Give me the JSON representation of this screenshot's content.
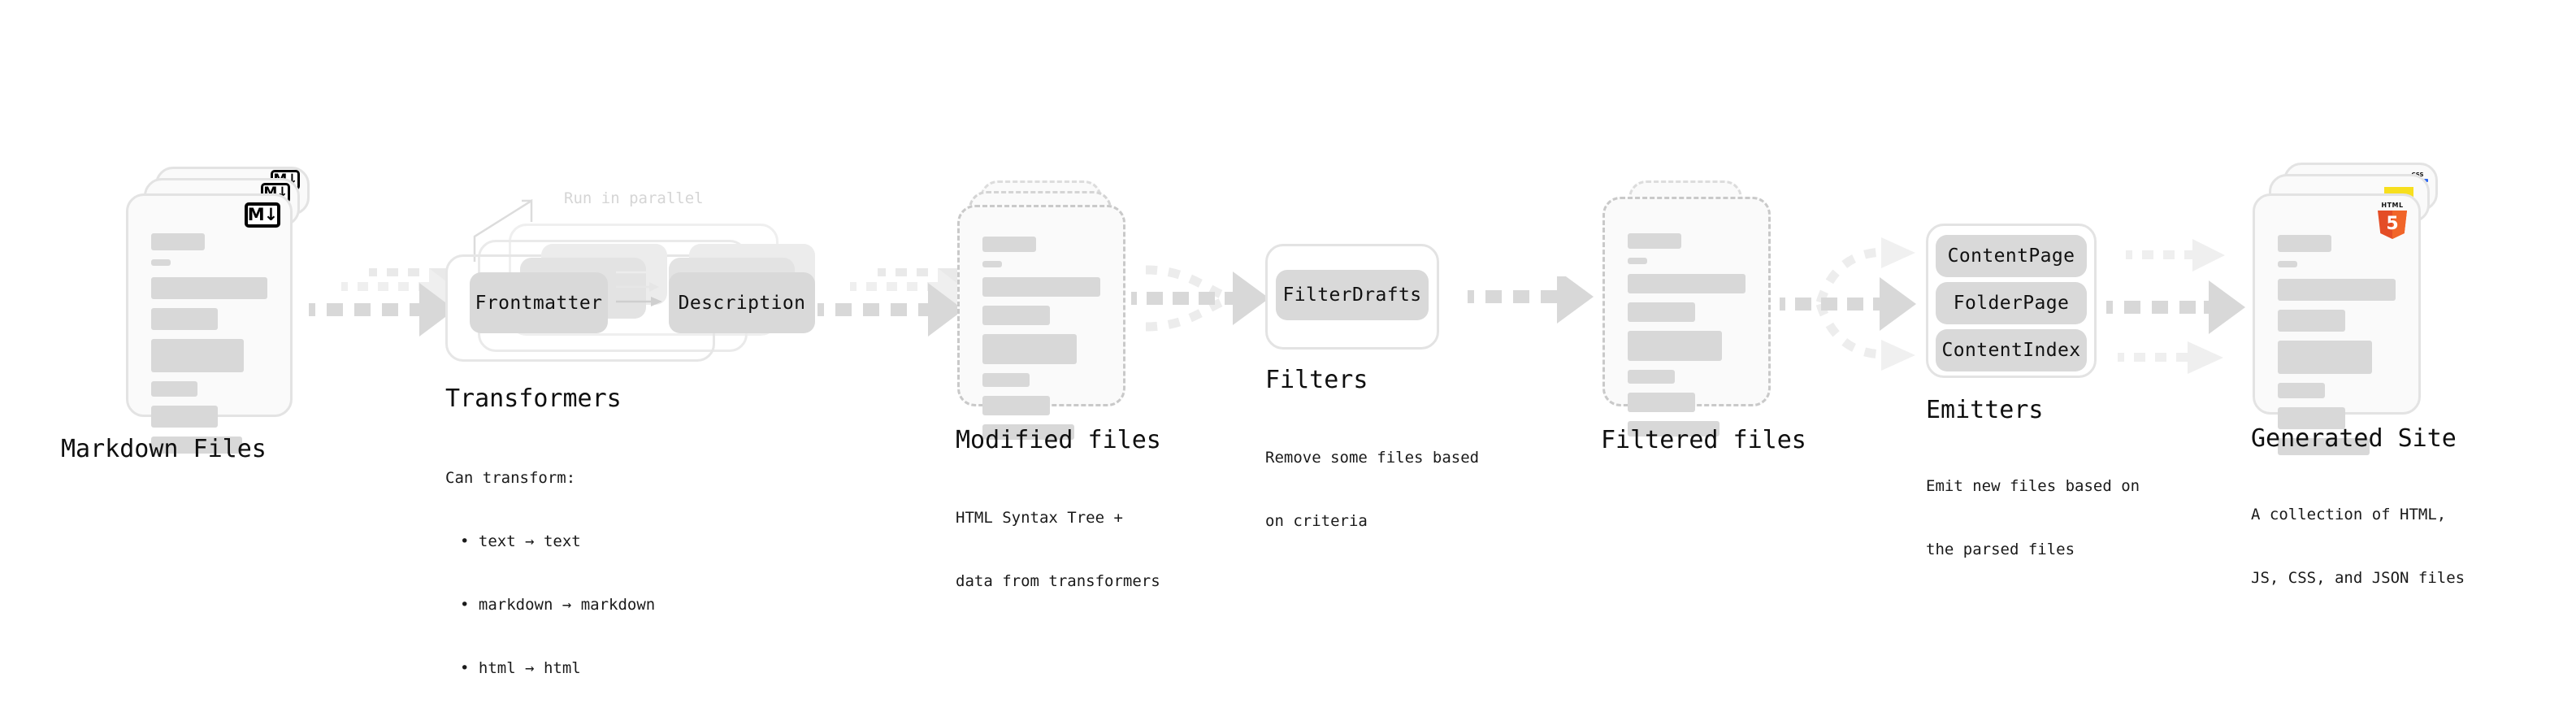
{
  "diagram": {
    "title_font_color": "#0f0f0f",
    "accent_colors": {
      "card_fill": "#fafafa",
      "card_border": "#e3e3e3",
      "dashed_border": "#c9c9c9",
      "placeholder_line": "#d8d8d8",
      "chip_fill": "#d9d9d9",
      "arrow": "#d8d8d8",
      "annotation_text": "#d5d5d5",
      "html5_orange": "#e44d26",
      "html5_orange_light": "#f16529",
      "css_blue": "#2965f1",
      "js_yellow": "#f7df1e"
    }
  },
  "stages": [
    {
      "id": "markdown-files",
      "title": "Markdown Files",
      "subtitle": "",
      "icon": "markdown-badge",
      "badge_text": "M↓",
      "stack_count": 3,
      "card_style": "solid"
    },
    {
      "id": "transformers",
      "title": "Transformers",
      "subtitle_heading": "Can transform:",
      "subtitle_bullets": [
        "• text → text",
        "• markdown → markdown",
        "• html → html"
      ],
      "annotation": "Run in parallel",
      "chips": [
        "Frontmatter",
        "Description"
      ],
      "stack_count": 3
    },
    {
      "id": "modified-files",
      "title": "Modified files",
      "subtitle_lines": [
        "HTML Syntax Tree +",
        "data from transformers"
      ],
      "stack_count": 2,
      "card_style": "dashed"
    },
    {
      "id": "filters",
      "title": "Filters",
      "subtitle_lines": [
        "Remove some files based",
        "on criteria"
      ],
      "chips": [
        "FilterDrafts"
      ],
      "stack_count": 1
    },
    {
      "id": "filtered-files",
      "title": "Filtered files",
      "subtitle_lines": [],
      "stack_count": 2,
      "card_style": "dashed"
    },
    {
      "id": "emitters",
      "title": "Emitters",
      "subtitle_lines": [
        "Emit new files based on",
        "the parsed files"
      ],
      "chips": [
        "ContentPage",
        "FolderPage",
        "ContentIndex"
      ],
      "stack_count": 1
    },
    {
      "id": "generated-site",
      "title": "Generated Site",
      "subtitle_lines": [
        "A collection of HTML,",
        "JS, CSS, and JSON files"
      ],
      "icon": "html5-badge",
      "badge_caption": "HTML",
      "badge_number": "5",
      "css_badge_text": "CSS",
      "stack_count": 3,
      "card_style": "solid"
    }
  ],
  "connectors": [
    {
      "id": "md-to-transformers",
      "type": "dashed-arrow-stack"
    },
    {
      "id": "transformers-to-modified",
      "type": "dashed-arrow-stack"
    },
    {
      "id": "modified-to-filters",
      "type": "merge-arrow"
    },
    {
      "id": "filters-to-filtered",
      "type": "dashed-arrow"
    },
    {
      "id": "filtered-to-emitters",
      "type": "fan-out-arrow"
    },
    {
      "id": "emitters-to-site",
      "type": "triple-arrow"
    }
  ]
}
